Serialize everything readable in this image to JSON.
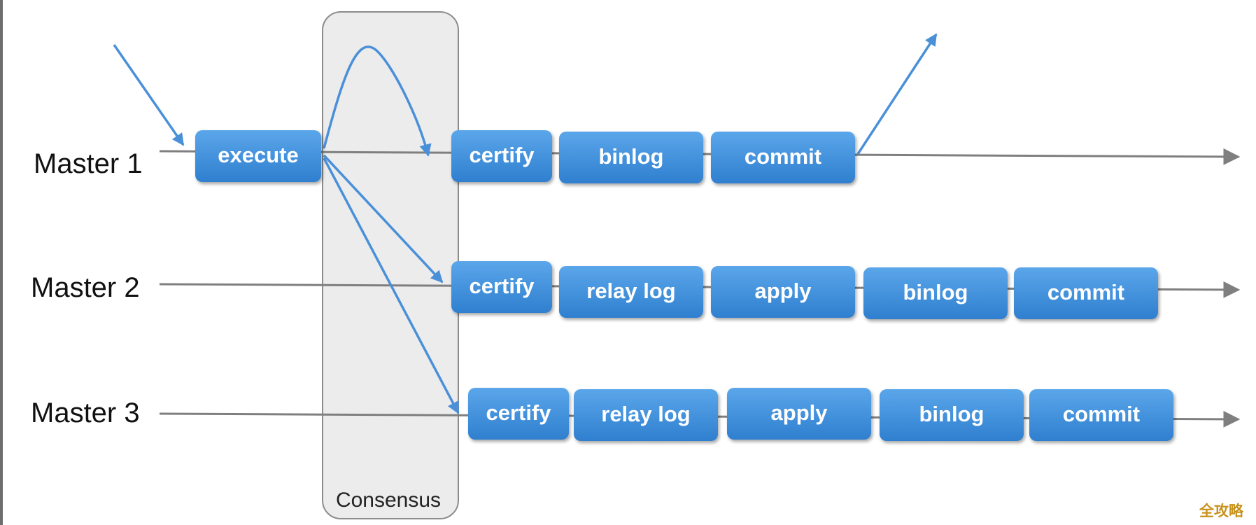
{
  "diagram": {
    "consensus_label": "Consensus",
    "masters": [
      {
        "label": "Master 1",
        "steps": [
          "execute",
          "certify",
          "binlog",
          "commit"
        ]
      },
      {
        "label": "Master 2",
        "steps": [
          "certify",
          "relay log",
          "apply",
          "binlog",
          "commit"
        ]
      },
      {
        "label": "Master 3",
        "steps": [
          "certify",
          "relay log",
          "apply",
          "binlog",
          "commit"
        ]
      }
    ]
  },
  "colors": {
    "box_fill": "#3f8fdc",
    "arrow_blue": "#4a90d9",
    "timeline_gray": "#7f7f7f",
    "consensus_fill": "#ececec",
    "consensus_stroke": "#8c8c8c"
  },
  "watermark": "全攻略"
}
